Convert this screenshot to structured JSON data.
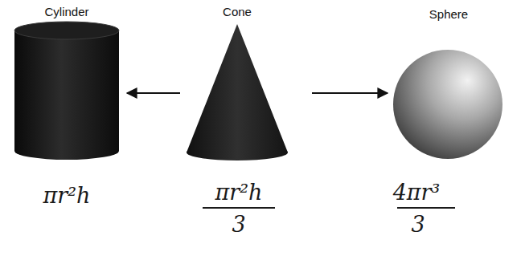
{
  "diagram": {
    "nodes": [
      {
        "text": [
          "Cylinder",
          "πr²h"
        ]
      },
      {
        "text": [
          "Cone",
          "πr²h",
          "3"
        ]
      },
      {
        "text": [
          "Sphere",
          "4πr³",
          "3"
        ]
      }
    ],
    "edges": [
      {
        "from": 1,
        "to": 0,
        "arrow": "to"
      },
      {
        "from": 1,
        "to": 2,
        "arrow": "to"
      }
    ]
  }
}
